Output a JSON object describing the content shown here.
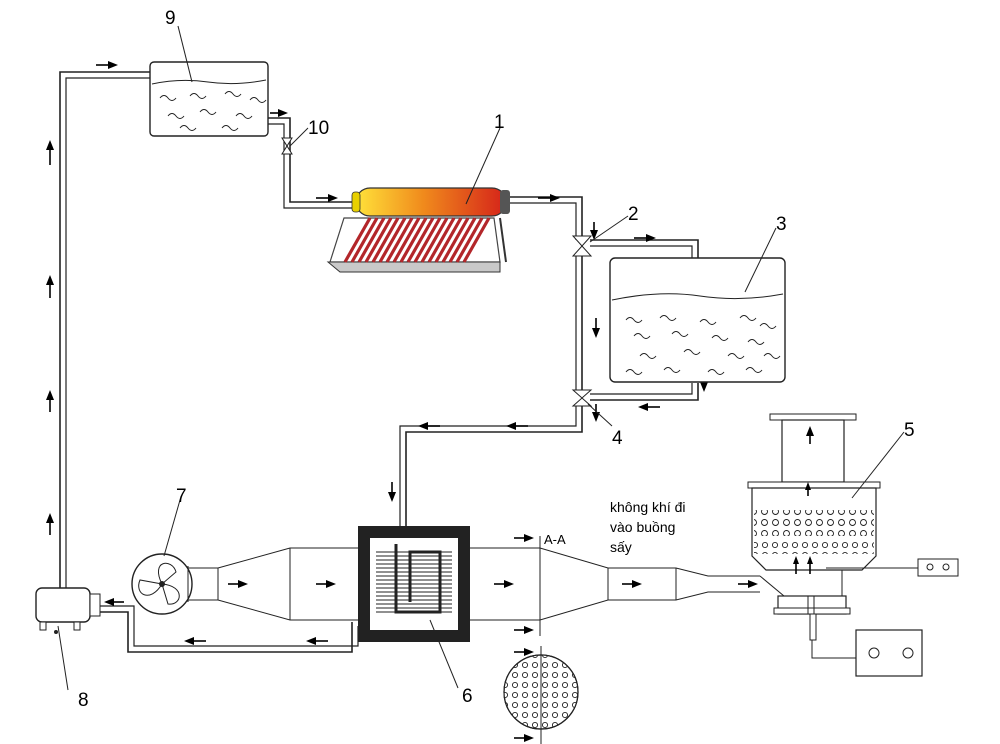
{
  "labels": {
    "n1": "1",
    "n2": "2",
    "n3": "3",
    "n4": "4",
    "n5": "5",
    "n6": "6",
    "n7": "7",
    "n8": "8",
    "n9": "9",
    "n10": "10"
  },
  "annotation": {
    "line1": "không khí đi",
    "line2": "vào buồng",
    "line3": "sấy"
  },
  "section_label": "A-A",
  "colors": {
    "collector_hot": "#e0301e",
    "collector_warm": "#ffd200",
    "tube_red": "#b3262a",
    "line": "#222222"
  }
}
